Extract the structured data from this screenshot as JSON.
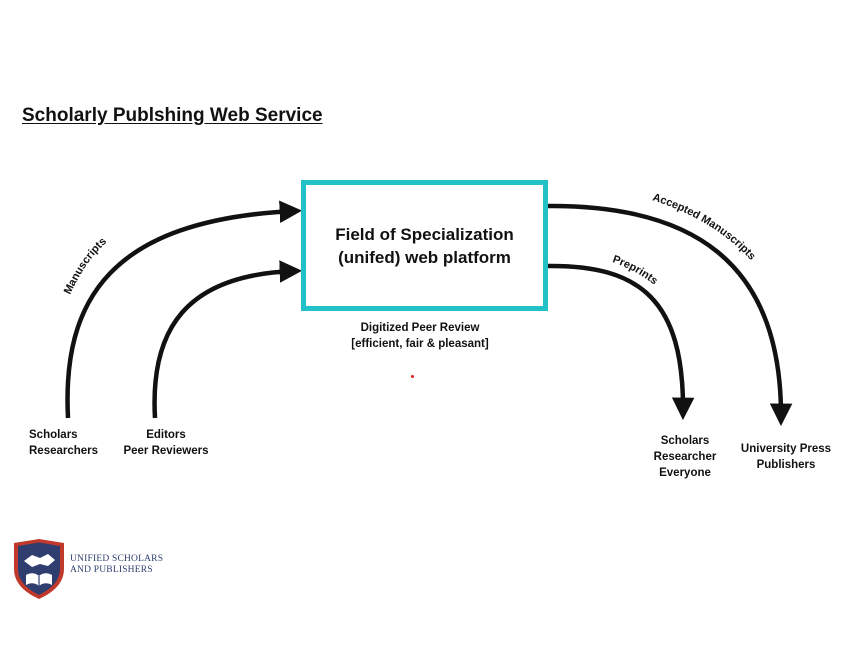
{
  "title": "Scholarly Publshing Web Service",
  "platform": {
    "line1": "Field of Specialization",
    "line2": "(unifed) web platform",
    "border_color": "#22c1c8"
  },
  "review": {
    "line1": "Digitized Peer Review",
    "line2": "[efficient, fair & pleasant]"
  },
  "arrows": {
    "manuscripts": "Manuscripts",
    "accepted": "Accepted Manuscripts",
    "preprints": "Preprints"
  },
  "sources": {
    "scholars": {
      "line1": "Scholars",
      "line2": "Researchers"
    },
    "editors": {
      "line1": "Editors",
      "line2": "Peer Reviewers"
    }
  },
  "targets": {
    "readers": {
      "line1": "Scholars",
      "line2": "Researcher",
      "line3": "Everyone"
    },
    "press": {
      "line1": "University Press",
      "line2": "Publishers"
    }
  },
  "logo": {
    "line1": "UNIFIED SCHOLARS",
    "line2": "AND PUBLISHERS",
    "icon": "shield-handshake-book-icon",
    "color": "#2f3e6e",
    "accent": "#c0392b"
  }
}
